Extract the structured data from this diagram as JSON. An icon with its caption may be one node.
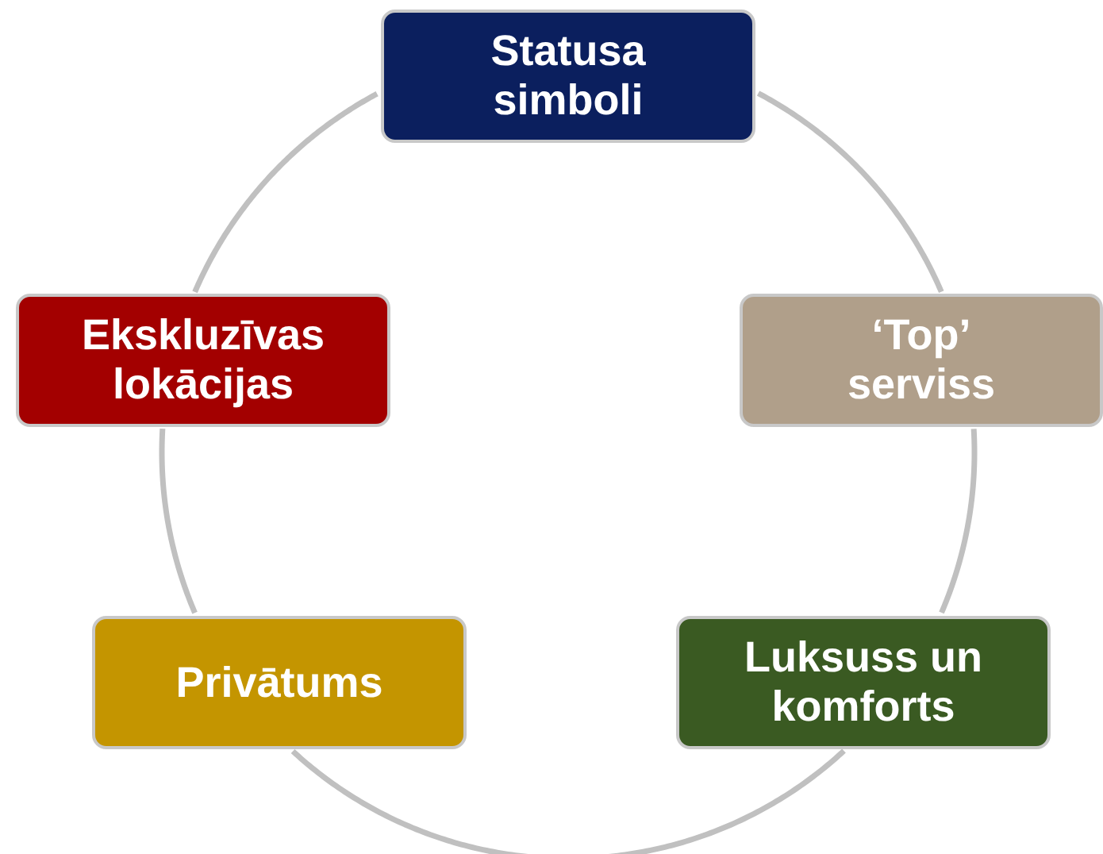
{
  "diagram": {
    "nodes": [
      {
        "text": [
          "Statusa simboli"
        ]
      },
      {
        "text": [
          "Ekskluzīvas lokācijas"
        ]
      },
      {
        "text": [
          "‘Top’ serviss"
        ]
      },
      {
        "text": [
          "Privātums"
        ]
      },
      {
        "text": [
          "Luksuss un komforts"
        ]
      }
    ],
    "edges": [
      {
        "from": 0,
        "to": 2,
        "arrow": "none"
      },
      {
        "from": 2,
        "to": 4,
        "arrow": "none"
      },
      {
        "from": 4,
        "to": 3,
        "arrow": "none"
      },
      {
        "from": 3,
        "to": 1,
        "arrow": "none"
      },
      {
        "from": 1,
        "to": 0,
        "arrow": "none"
      }
    ]
  }
}
